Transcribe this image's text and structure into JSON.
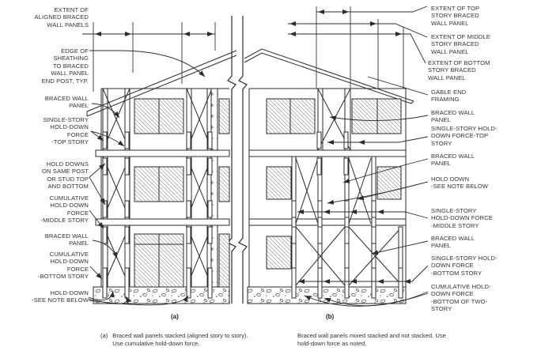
{
  "figure": {
    "labels_left": [
      {
        "id": "extent-aligned",
        "text": "EXTENT OF\nALIGNED BRACED\nWALL PANELS"
      },
      {
        "id": "edge-of-sheathing",
        "text": "EDGE OF\nSHEATHING\nTO BRACED\nWALL PANEL\nEND POST, TYP."
      },
      {
        "id": "braced-wall-panel-top",
        "text": "BRACED WALL\nPANEL"
      },
      {
        "id": "single-story-top",
        "text": "SINGLE-STORY\nHOLD-DOWN\nFORCE\n-TOP STORY"
      },
      {
        "id": "hold-downs-same-post",
        "text": "HOLD DOWNS\nON SAME POST\nOR STUD TOP\nAND BOTTOM"
      },
      {
        "id": "cumulative-middle",
        "text": "CUMULATIVE\nHOLD-DOWN\nFORCE\n-MIDDLE STORY"
      },
      {
        "id": "braced-wall-panel-bottom",
        "text": "BRACED WALL\nPANEL"
      },
      {
        "id": "cumulative-bottom",
        "text": "CUMULATIVE\nHOLD-DOWN\nFORCE\n-BOTTOM STORY"
      },
      {
        "id": "hold-down-note",
        "text": "HOLD-DOWN\n-SEE NOTE BELOW"
      }
    ],
    "labels_right": [
      {
        "id": "extent-top-story",
        "text": "EXTENT OF TOP\nSTORY BRACED\nWALL PANEL"
      },
      {
        "id": "extent-middle-story",
        "text": "EXTENT OF MIDDLE\nSTORY BRACED\nWALL PANEL"
      },
      {
        "id": "extent-bottom-story",
        "text": "EXTENT OF BOTTOM\nSTORY BRACED\nWALL PANEL"
      },
      {
        "id": "gable-end-framing",
        "text": "GABLE END\nFRAMING"
      },
      {
        "id": "braced-wall-panel-1",
        "text": "BRACED WALL\nPANEL"
      },
      {
        "id": "single-story-top-b",
        "text": "SINGLE-STORY HOLD-\nDOWN FORCE-TOP\nSTORY"
      },
      {
        "id": "braced-wall-panel-2",
        "text": "BRACED WALL\nPANEL"
      },
      {
        "id": "hold-down-note-b",
        "text": "HOLD DOWN\n-SEE NOTE BELOW"
      },
      {
        "id": "single-story-middle-b",
        "text": "SINGLE-STORY\nHOLD-DOWN FORCE\n-MIDDLE STORY"
      },
      {
        "id": "braced-wall-panel-3",
        "text": "BRACED WALL\nPANEL"
      },
      {
        "id": "single-story-bottom-b",
        "text": "SINGLE-STORY HOLD-\nDOWN FORCE\n-BOTTOM STORY"
      },
      {
        "id": "cumulative-two-story",
        "text": "CUMULATIVE HOLD-\nDOWN FORCE\n-BOTTOM OF TWO-\nSTORY"
      }
    ],
    "panel_a": {
      "tag": "(a)",
      "caption_prefix": "(a)",
      "caption": "Braced wall panels stacked (aligned story to story). Use cumulative hold-down force."
    },
    "panel_b": {
      "tag": "(b)",
      "caption": "Braced wall panels mixed stacked and not stacked. Use hold-down force as noted."
    },
    "colors": {
      "line": "#2b2b2b",
      "hatch": "#8a8a8a",
      "tick": "#666666"
    }
  }
}
